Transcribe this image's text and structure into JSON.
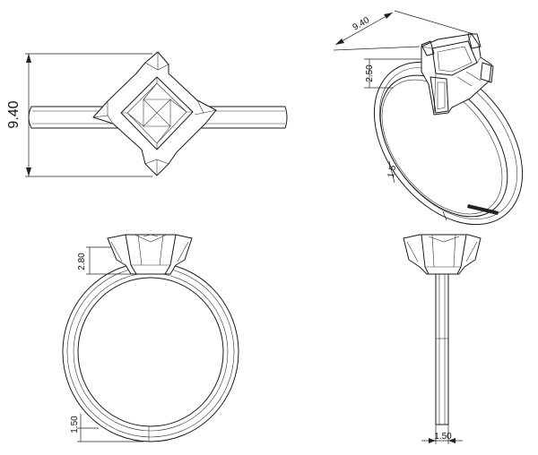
{
  "views": {
    "top": {
      "dimension": "9.40"
    },
    "perspective": {
      "width_dimension": "9.40",
      "prong_dimension": "2.50",
      "band_dimension": "1.5"
    },
    "front": {
      "prong_dimension": "2.80",
      "band_dimension": "1.50"
    },
    "side": {
      "band_dimension": "1.50"
    }
  }
}
